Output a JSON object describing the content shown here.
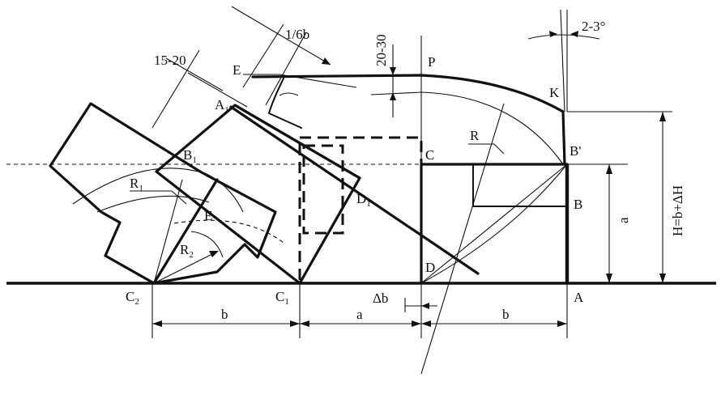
{
  "diagram": {
    "labels": {
      "C2": "C",
      "C2_sub": "2",
      "C1": "C",
      "C1_sub": "1",
      "A": "A",
      "B": "B",
      "Bprime": "B'",
      "C": "C",
      "D": "D",
      "D1": "D",
      "D1_sub": "1",
      "B1": "B",
      "B1_sub": "1",
      "A1": "A",
      "A1_sub": "1",
      "E_top": "E",
      "E_mid": "E",
      "P": "P",
      "K": "K",
      "R": "R",
      "R1": "R",
      "R1_sub": "1",
      "R2": "R",
      "R2_sub": "2"
    },
    "dimensions": {
      "b_left": "b",
      "a_mid": "a",
      "b_right": "b",
      "delta_b": "Δb",
      "a_vertical": "a",
      "height": "H=b+ΔH",
      "top_gap": "20-30",
      "edge_15_20": "15-20",
      "one_sixth_b": "1/6b",
      "angle": "2-3°"
    }
  }
}
